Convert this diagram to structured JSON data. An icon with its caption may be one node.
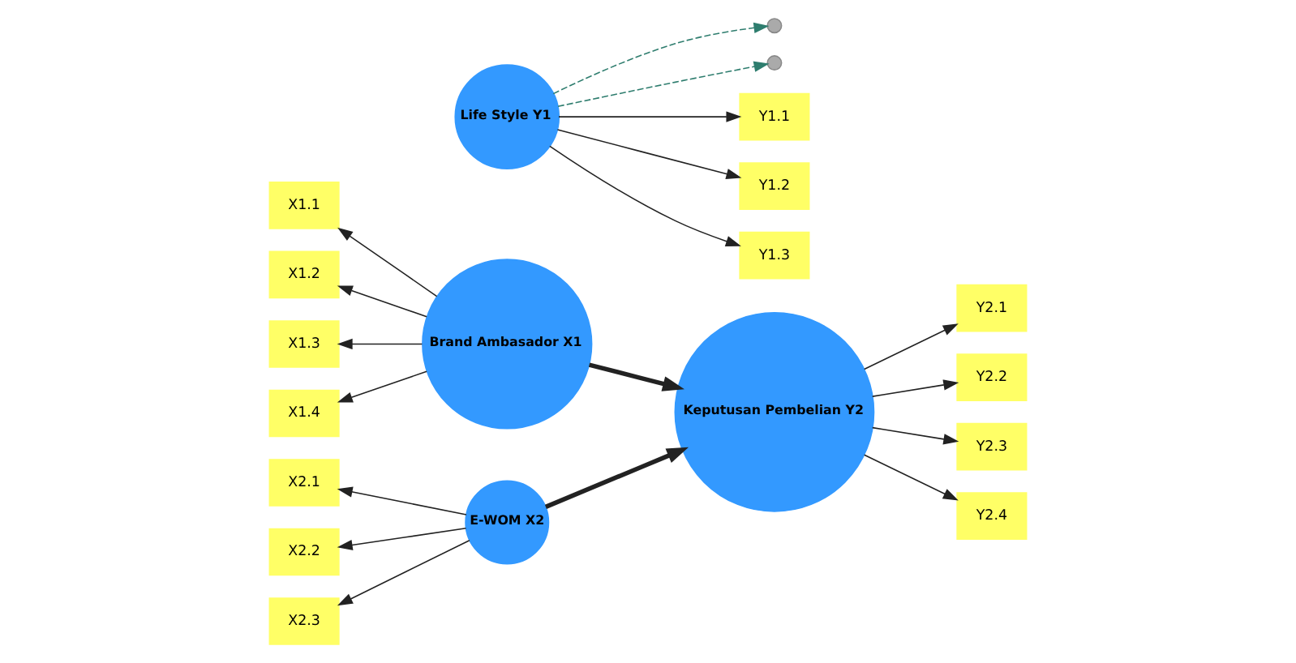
{
  "diagram": {
    "nodes": [
      {
        "text": [
          "X1.1"
        ]
      },
      {
        "text": [
          "X1.2"
        ]
      },
      {
        "text": [
          "X1.3"
        ]
      },
      {
        "text": [
          "X1.4"
        ]
      },
      {
        "text": [
          "Brand Ambasador X1"
        ]
      },
      {
        "text": [
          "X2.1"
        ]
      },
      {
        "text": [
          "X2.2"
        ]
      },
      {
        "text": [
          "X2.3"
        ]
      },
      {
        "text": [
          "E-WOM X2"
        ]
      },
      {
        "text": [],
        "shape": "circle"
      },
      {
        "text": [],
        "shape": "circle"
      },
      {
        "text": [
          "Keputusan Pembelian Y2"
        ]
      },
      {
        "text": [
          "Y2.1"
        ]
      },
      {
        "text": [
          "Y2.2"
        ]
      },
      {
        "text": [
          "Y2.3"
        ]
      },
      {
        "text": [
          "Y2.4"
        ]
      },
      {
        "text": [
          "Life Style Y1"
        ]
      },
      {
        "text": [
          "Y1.1"
        ]
      },
      {
        "text": [
          "Y1.2"
        ]
      },
      {
        "text": [
          "Y1.3"
        ]
      }
    ],
    "edges": [
      {
        "from": 4,
        "to": 0,
        "arrow": "to"
      },
      {
        "from": 4,
        "to": 1,
        "arrow": "to"
      },
      {
        "from": 4,
        "to": 2,
        "arrow": "to"
      },
      {
        "from": 4,
        "to": 3,
        "arrow": "to"
      },
      {
        "from": 8,
        "to": 5,
        "arrow": "to"
      },
      {
        "from": 8,
        "to": 6,
        "arrow": "to"
      },
      {
        "from": 8,
        "to": 7,
        "arrow": "to"
      },
      {
        "from": 4,
        "to": 11,
        "arrow": "to",
        "style": "thick"
      },
      {
        "from": 8,
        "to": 11,
        "arrow": "to",
        "style": "thick"
      },
      {
        "from": 16,
        "to": 9,
        "arrow": "to",
        "style": "dashed",
        "color": "#2e7d6e"
      },
      {
        "from": 16,
        "to": 10,
        "arrow": "to",
        "style": "dashed",
        "color": "#2e7d6e"
      },
      {
        "from": 11,
        "to": 12,
        "arrow": "to"
      },
      {
        "from": 11,
        "to": 13,
        "arrow": "to"
      },
      {
        "from": 11,
        "to": 14,
        "arrow": "to"
      },
      {
        "from": 11,
        "to": 15,
        "arrow": "to"
      },
      {
        "from": 16,
        "to": 17,
        "arrow": "to"
      },
      {
        "from": 16,
        "to": 18,
        "arrow": "to"
      },
      {
        "from": 16,
        "to": 19,
        "arrow": "to"
      }
    ]
  }
}
